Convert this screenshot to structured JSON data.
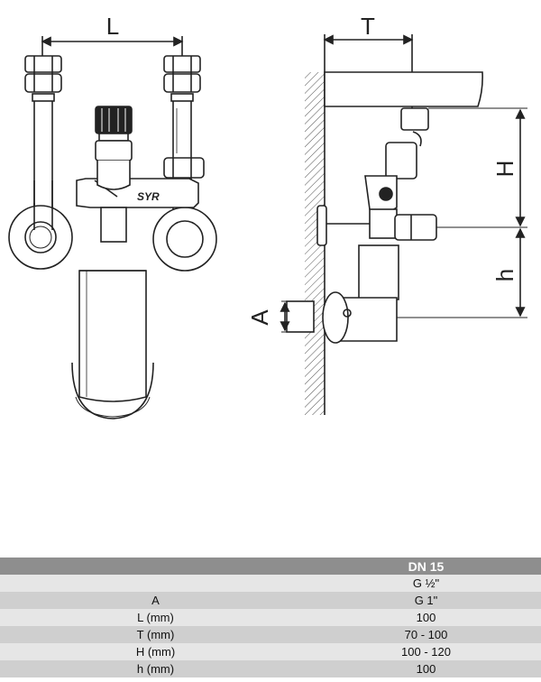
{
  "drawing": {
    "front_view": {
      "dimension_label": "L",
      "brand_mark": "SYR"
    },
    "side_view": {
      "labels": {
        "top": "T",
        "upper": "H",
        "lower": "h",
        "connection": "A"
      }
    }
  },
  "spec_table": {
    "header": "DN 15",
    "rows": [
      {
        "label": "",
        "value": "G ½\""
      },
      {
        "label": "A",
        "value": "G 1\""
      },
      {
        "label": "L (mm)",
        "value": "100"
      },
      {
        "label": "T (mm)",
        "value": "70 - 100"
      },
      {
        "label": "H (mm)",
        "value": "100 - 120"
      },
      {
        "label": "h (mm)",
        "value": "100"
      }
    ]
  },
  "colors": {
    "header_bg": "#8e8e8e",
    "row_light": "#e6e6e6",
    "row_dark": "#cfcfcf",
    "line": "#222222"
  }
}
